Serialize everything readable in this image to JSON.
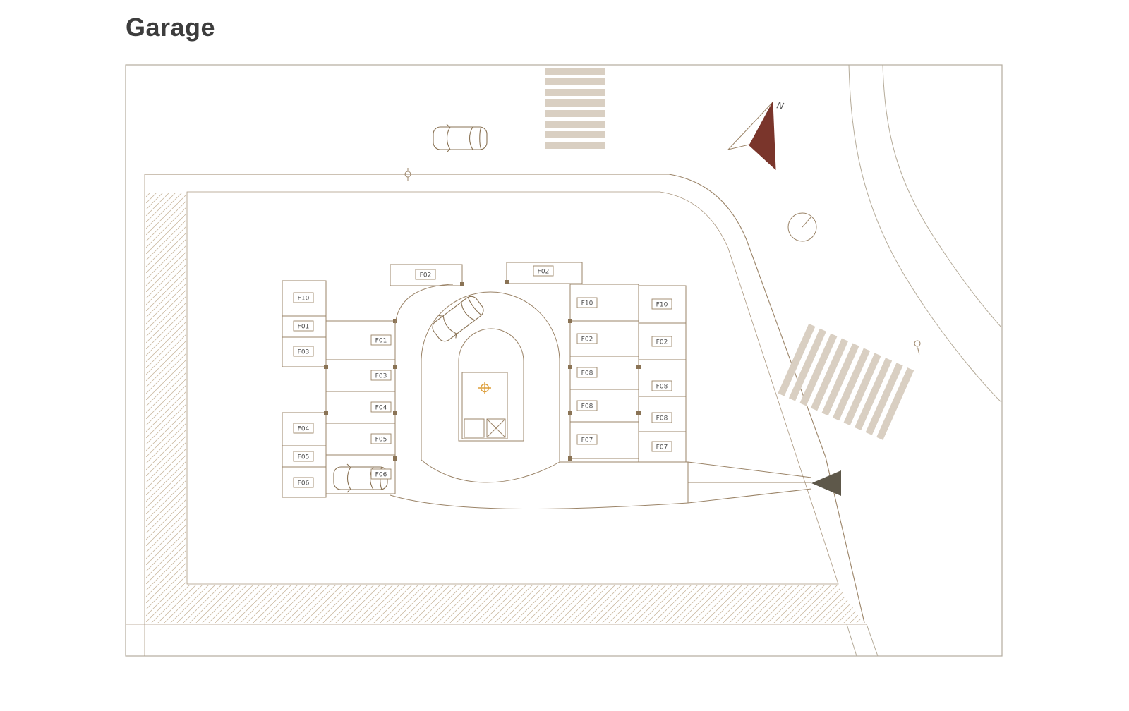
{
  "page": {
    "title": "Garage"
  },
  "plan": {
    "north_label": "N",
    "stall_labels": {
      "left_outer": [
        "F10",
        "F01",
        "F03",
        "F04",
        "F05",
        "F06"
      ],
      "left_inner": [
        "F01",
        "F03",
        "F04",
        "F05",
        "F06"
      ],
      "top": [
        "F02",
        "F02"
      ],
      "right_inner": [
        "F10",
        "F02",
        "F08",
        "F08",
        "F07"
      ],
      "right_outer": [
        "F10",
        "F02",
        "F08",
        "F08",
        "F07"
      ]
    },
    "colors": {
      "drawing_line": "#9b8468",
      "hatch_line": "#cbbaa2",
      "crosswalk_stripe": "#d9cfc2",
      "north_arrow_fill": "#7a352b",
      "survey_cross": "#dd9f3c",
      "entrance_arrow": "#5e584a",
      "title_text": "#3d3d3d"
    }
  }
}
